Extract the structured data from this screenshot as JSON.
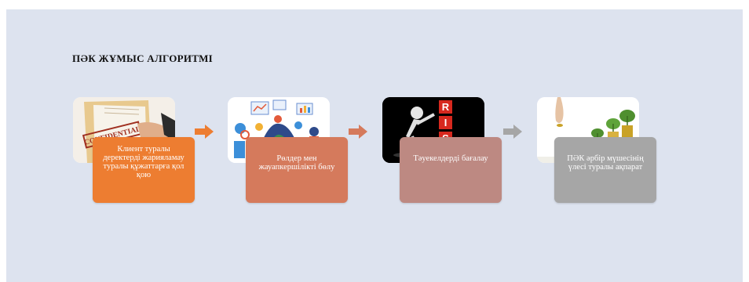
{
  "title": "ПӘК ЖҰМЫС АЛГОРИТМІ",
  "steps": [
    {
      "label": "Клиент туралы деректерді жарияламау туралы құжаттарға қол қою",
      "color": "#ed7d31",
      "image_text": "CONFIDENTIAL"
    },
    {
      "label": "Рөлдер мен жауапкершілікті бөлу",
      "color": "#d57a5c"
    },
    {
      "label": "Тәуекелдерді бағалау",
      "color": "#bd8982",
      "image_text": [
        "R",
        "I",
        "S"
      ]
    },
    {
      "label": "ПӘК әрбір мүшесінің үлесі туралы ақпарат",
      "color": "#a6a6a6"
    }
  ],
  "arrow_colors": [
    "#ed7d31",
    "#d57a5c",
    "#a6a6a6"
  ]
}
